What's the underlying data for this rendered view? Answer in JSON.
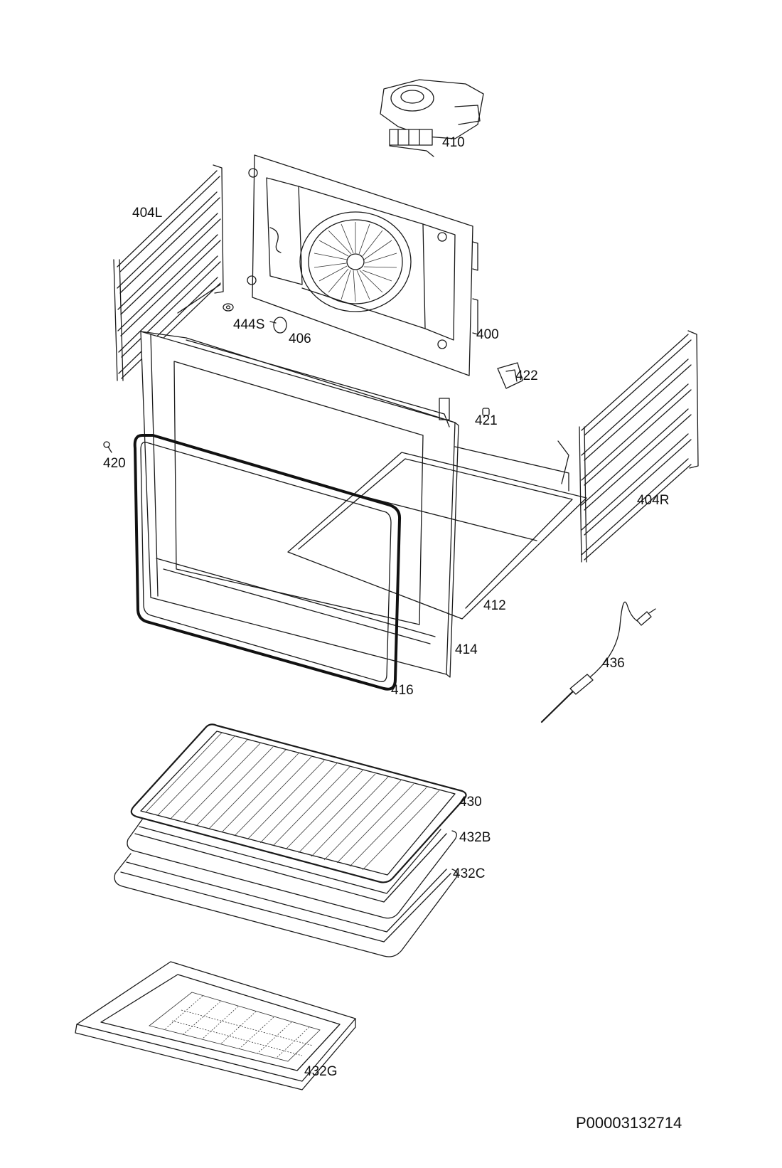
{
  "diagram": {
    "parts": [
      {
        "id": "p410",
        "label": "410"
      },
      {
        "id": "p404L",
        "label": "404L"
      },
      {
        "id": "p400",
        "label": "400"
      },
      {
        "id": "p444S",
        "label": "444S"
      },
      {
        "id": "p406",
        "label": "406"
      },
      {
        "id": "p422",
        "label": "422"
      },
      {
        "id": "p421",
        "label": "421"
      },
      {
        "id": "p420",
        "label": "420"
      },
      {
        "id": "p404R",
        "label": "404R"
      },
      {
        "id": "p412",
        "label": "412"
      },
      {
        "id": "p414",
        "label": "414"
      },
      {
        "id": "p416",
        "label": "416"
      },
      {
        "id": "p436",
        "label": "436"
      },
      {
        "id": "p430",
        "label": "430"
      },
      {
        "id": "p432B",
        "label": "432B"
      },
      {
        "id": "p432C",
        "label": "432C"
      },
      {
        "id": "p432G",
        "label": "432G"
      }
    ],
    "document_code": "P00003132714"
  }
}
